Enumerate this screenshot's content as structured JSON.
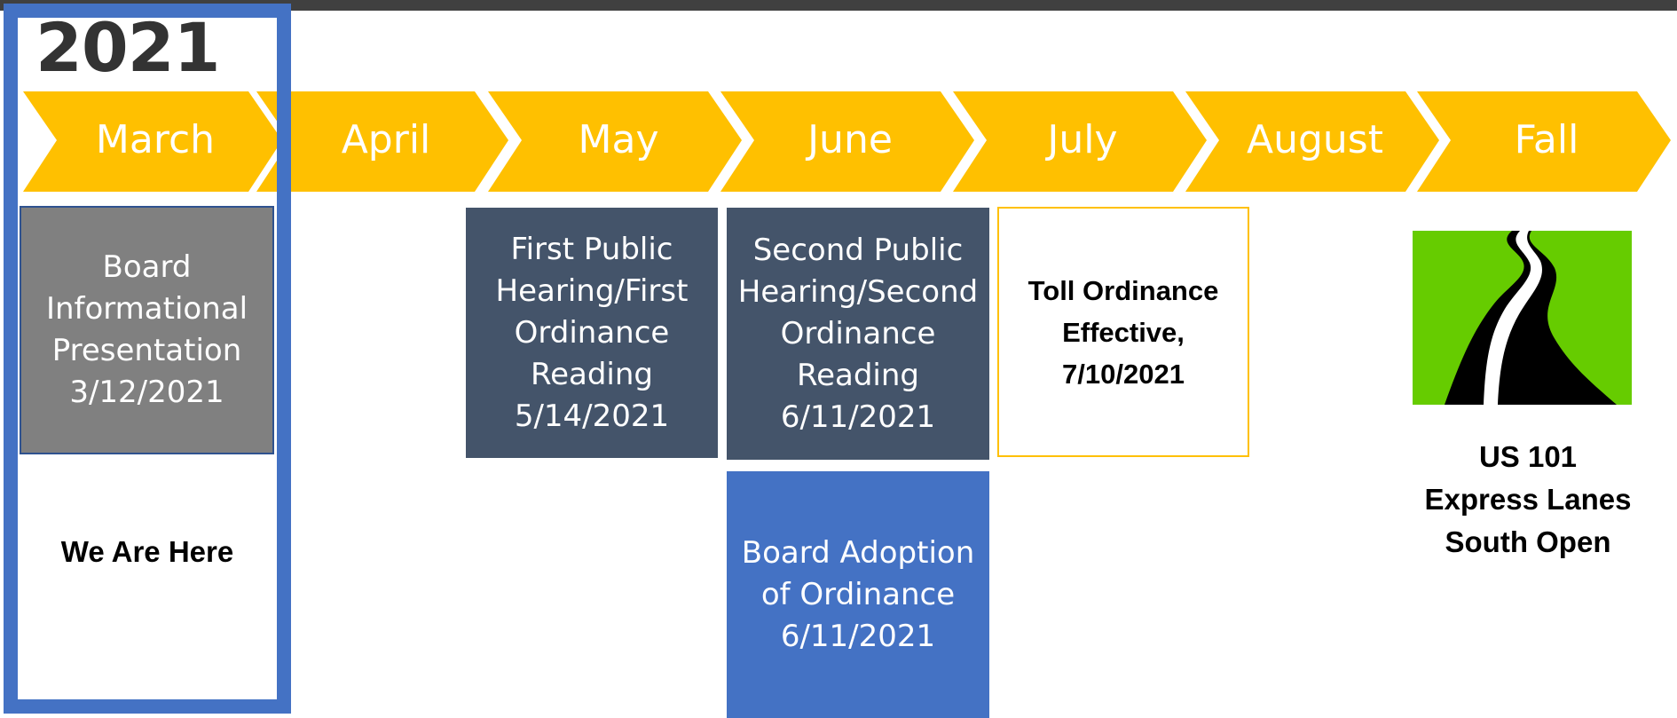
{
  "year": "2021",
  "months": [
    "March",
    "April",
    "May",
    "June",
    "July",
    "August",
    "Fall"
  ],
  "colors": {
    "chevron": "#ffc000",
    "gray_box": "#808080",
    "navy_box": "#44546a",
    "blue_box": "#4472c4",
    "highlight": "#4472c4",
    "road_bg": "#66cc00"
  },
  "milestones": {
    "board_info": [
      "Board",
      "Informational",
      "Presentation",
      "3/12/2021"
    ],
    "first_hearing": [
      "First Public",
      "Hearing/First",
      "Ordinance",
      "Reading",
      "5/14/2021"
    ],
    "second_hearing": [
      "Second Public",
      "Hearing/Second",
      "Ordinance",
      "Reading",
      "6/11/2021"
    ],
    "board_adoption": [
      "Board Adoption",
      "of Ordinance",
      "6/11/2021"
    ],
    "toll_effective": [
      "Toll Ordinance",
      "Effective,",
      "7/10/2021"
    ]
  },
  "we_are_here": "We Are Here",
  "opening": [
    "US 101",
    "Express Lanes",
    "South Open"
  ],
  "road_icon": "winding-road-icon"
}
